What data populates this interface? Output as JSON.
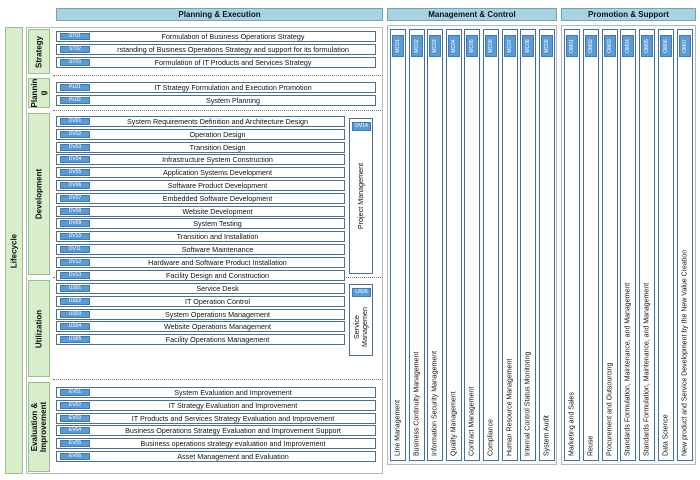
{
  "headers": {
    "planning": "Planning & Execution",
    "management": "Management & Control",
    "promotion": "Promotion & Support",
    "lifecycle": "Lifecycle"
  },
  "phases": {
    "strategy": "Strategy",
    "planning_l1": "Plannin",
    "planning_l2": "g",
    "development": "Development",
    "utilization": "Utilization",
    "evaluation_l1": "Evaluation &",
    "evaluation_l2": "Improvement"
  },
  "strategy_rows": [
    {
      "code": "ST01",
      "label": "Formulation of Business Operations Strategy"
    },
    {
      "code": "ST02",
      "label": "rstanding of Business Operations Strategy and support for its formulation"
    },
    {
      "code": "ST03",
      "label": "Formulation of IT Products and Services Strategy"
    }
  ],
  "planning_rows": [
    {
      "code": "PL01",
      "label": "IT Strategy Formulation and Execution Promotion"
    },
    {
      "code": "PL02",
      "label": "System Planning"
    }
  ],
  "development_rows": [
    {
      "code": "DV01",
      "label": "System Requirements Definition and Architecture Design"
    },
    {
      "code": "DV02",
      "label": "Operation Design"
    },
    {
      "code": "DV03",
      "label": "Transition Design"
    },
    {
      "code": "DV04",
      "label": "Infrastructure System Construction"
    },
    {
      "code": "DV05",
      "label": "Application Systems Development"
    },
    {
      "code": "DV06",
      "label": "Software Product Development"
    },
    {
      "code": "DV07",
      "label": "Embedded Software Development"
    },
    {
      "code": "DV08",
      "label": "Website Development"
    },
    {
      "code": "DV09",
      "label": "System Testing"
    },
    {
      "code": "DV10",
      "label": "Transition and Installation"
    },
    {
      "code": "DV11",
      "label": "Software Maintenance"
    },
    {
      "code": "DV12",
      "label": "Hardware and Software Product Installation"
    },
    {
      "code": "DV13",
      "label": "Facility Design and Construction"
    }
  ],
  "dev_side": {
    "code": "DV14",
    "label": "Project Management"
  },
  "utilization_rows": [
    {
      "code": "US01",
      "label": "Service Desk"
    },
    {
      "code": "US02",
      "label": "IT Operation Control"
    },
    {
      "code": "US03",
      "label": "System Operations Management"
    },
    {
      "code": "US04",
      "label": "Website Operations Management"
    },
    {
      "code": "US05",
      "label": "Facility Operations Management"
    }
  ],
  "util_side": {
    "code": "US06",
    "label_l1": "Service",
    "label_l2": "Managemen"
  },
  "evaluation_rows": [
    {
      "code": "EV01",
      "label": "System Evaluation and Improvement"
    },
    {
      "code": "EV02",
      "label": "IT Strategy Evaluation and Improvement"
    },
    {
      "code": "EV03",
      "label": "IT Products and Services Strategy Evaluation and Improvement"
    },
    {
      "code": "EV04",
      "label": "Business Operations Strategy Evaluation and Improvement Support"
    },
    {
      "code": "EV05",
      "label": "Business operations strategy evaluation and Improvement"
    },
    {
      "code": "EV06",
      "label": "Asset Management and Evaluation"
    }
  ],
  "management_cols": [
    {
      "code": "MC01",
      "label": "Line Management"
    },
    {
      "code": "MC02",
      "label": "Business Continuity Management"
    },
    {
      "code": "MC03",
      "label": "Information Security Management"
    },
    {
      "code": "MC04",
      "label": "Quality Management"
    },
    {
      "code": "MC05",
      "label": "Contract Management"
    },
    {
      "code": "MC06",
      "label": "Compliance"
    },
    {
      "code": "MC07",
      "label": "Human Resource Management"
    },
    {
      "code": "MC08",
      "label": "Internal Control Status Monitoring"
    },
    {
      "code": "MC09",
      "label": "System Audit"
    }
  ],
  "promotion_cols": [
    {
      "code": "OM01",
      "label": "Marketing and Sales"
    },
    {
      "code": "OM02",
      "label": "Reuse"
    },
    {
      "code": "OM03",
      "label": "Procurement and Outsourcing"
    },
    {
      "code": "OM04",
      "label": "Standards Formulation, Maintenance, and Management"
    },
    {
      "code": "OM05",
      "label": "Standards Formulation, Maintenance, and Management"
    },
    {
      "code": "OM06",
      "label": "Data Science"
    },
    {
      "code": "OM07",
      "label": "New product and Service Development by  the New Value Creation"
    }
  ]
}
